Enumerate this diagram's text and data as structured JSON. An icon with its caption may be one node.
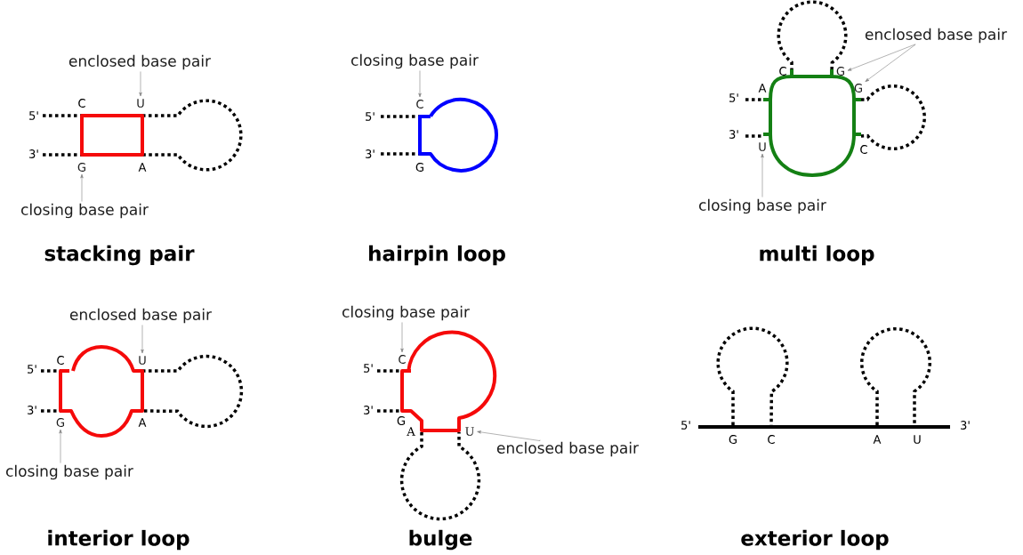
{
  "diagram": {
    "nodes": [
      {
        "text": [
          "enclosed base pair"
        ]
      },
      {
        "text": [
          "closing base pair"
        ]
      },
      {
        "text": [
          "closing base pair"
        ]
      },
      {
        "text": [
          "enclosed base pair"
        ]
      },
      {
        "text": [
          "closing base pair"
        ]
      },
      {
        "text": [
          "enclosed base pair"
        ]
      },
      {
        "text": [
          "closing base pair"
        ]
      },
      {
        "text": [
          "closing base pair"
        ]
      },
      {
        "text": [
          "enclosed base pair"
        ]
      },
      {
        "text": [
          "U"
        ]
      },
      {
        "text": [
          "G"
        ]
      },
      {
        "text": [
          "C"
        ]
      },
      {
        "text": [
          "G"
        ]
      },
      {
        "text": [
          "G"
        ]
      },
      {
        "text": [
          "U"
        ]
      },
      {
        "text": [
          "U"
        ]
      },
      {
        "text": [
          "G"
        ]
      },
      {
        "text": [
          "C"
        ]
      },
      {
        "text": [
          "U"
        ]
      }
    ],
    "edges": [
      {
        "from": 0,
        "to": 9,
        "arrow": "to"
      },
      {
        "from": 1,
        "to": 10,
        "arrow": "to"
      },
      {
        "from": 2,
        "to": 11,
        "arrow": "to"
      },
      {
        "from": 3,
        "to": 12,
        "arrow": "to"
      },
      {
        "from": 3,
        "to": 13,
        "arrow": "to"
      },
      {
        "from": 4,
        "to": 14,
        "arrow": "to"
      },
      {
        "from": 5,
        "to": 15,
        "arrow": "to"
      },
      {
        "from": 6,
        "to": 16,
        "arrow": "to"
      },
      {
        "from": 7,
        "to": 17,
        "arrow": "to"
      },
      {
        "from": 8,
        "to": 18,
        "arrow": "to"
      }
    ],
    "labels": [
      "C",
      "5'",
      "3'",
      "A",
      "stacking pair",
      "5'",
      "3'",
      "G",
      "hairpin loop",
      "C",
      "A",
      "5'",
      "3'",
      "C",
      "multi loop",
      "C",
      "5'",
      "3'",
      "A",
      "interior loop",
      "5'",
      "3'",
      "G",
      "A",
      "bulge",
      "5'",
      "3'",
      "G",
      "C",
      "A",
      "U",
      "exterior loop"
    ]
  }
}
